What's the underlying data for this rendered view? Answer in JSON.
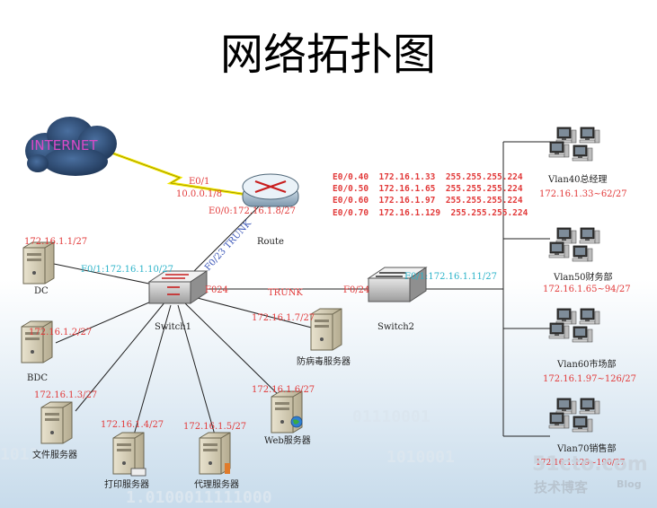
{
  "title": "网络拓扑图",
  "internet": {
    "label": "INTERNET"
  },
  "router": {
    "name": "Route",
    "wan_if": "E0/1",
    "wan_ip": "10.0.0.1/8",
    "lan_if": "E0/0:172.16.1.8/27",
    "subifs": [
      "E0/0.40  172.16.1.33  255.255.255.224",
      "E0/0.50  172.16.1.65  255.255.255.224",
      "E0/0.60  172.16.1.97  255.255.255.224",
      "E0/0.70  172.16.1.129  255.255.255.224"
    ]
  },
  "switch1": {
    "name": "Switch1",
    "port_f024": "F024",
    "port_f01": "F0/1:172.16.1.10/27",
    "uplink": "F0/23 TRUNK"
  },
  "trunk": {
    "label": "TRUNK",
    "f024": "F0/24"
  },
  "switch2": {
    "name": "Switch2",
    "port_f01": "F0/1:172.16.1.11/27"
  },
  "servers": {
    "dc": {
      "ip": "172.16.1.1/27",
      "name": "DC"
    },
    "bdc": {
      "ip": "172.16.1.2/27",
      "name": "BDC"
    },
    "file": {
      "ip": "172.16.1.3/27",
      "name": "文件服务器"
    },
    "print": {
      "ip": "172.16.1.4/27",
      "name": "打印服务器"
    },
    "proxy": {
      "ip": "172.16.1.5/27",
      "name": "代理服务器"
    },
    "web": {
      "ip": "172.16.1.6/27",
      "name": "Web服务器"
    },
    "antivirus": {
      "ip": "172.16.1.7/27",
      "name": "防病毒服务器"
    }
  },
  "vlans": [
    {
      "name": "Vlan40总经理",
      "range": "172.16.1.33~62/27"
    },
    {
      "name": "Vlan50财务部",
      "range": "172.16.1.65~94/27"
    },
    {
      "name": "Vlan60市场部",
      "range": "172.16.1.97~126/27"
    },
    {
      "name": "Vlan70销售部",
      "range": "172.16.1.129~190/27"
    }
  ],
  "watermark": {
    "site": "51cto.com",
    "sub": "技术博客",
    "blog": "Blog"
  },
  "colors": {
    "label_red": "#e23a3a",
    "label_cyan": "#2bb3c9",
    "link_line": "#222222",
    "wan_link": "#f2e600",
    "cloud": "#2c4e7a",
    "cloud_text": "#d94ac8"
  }
}
